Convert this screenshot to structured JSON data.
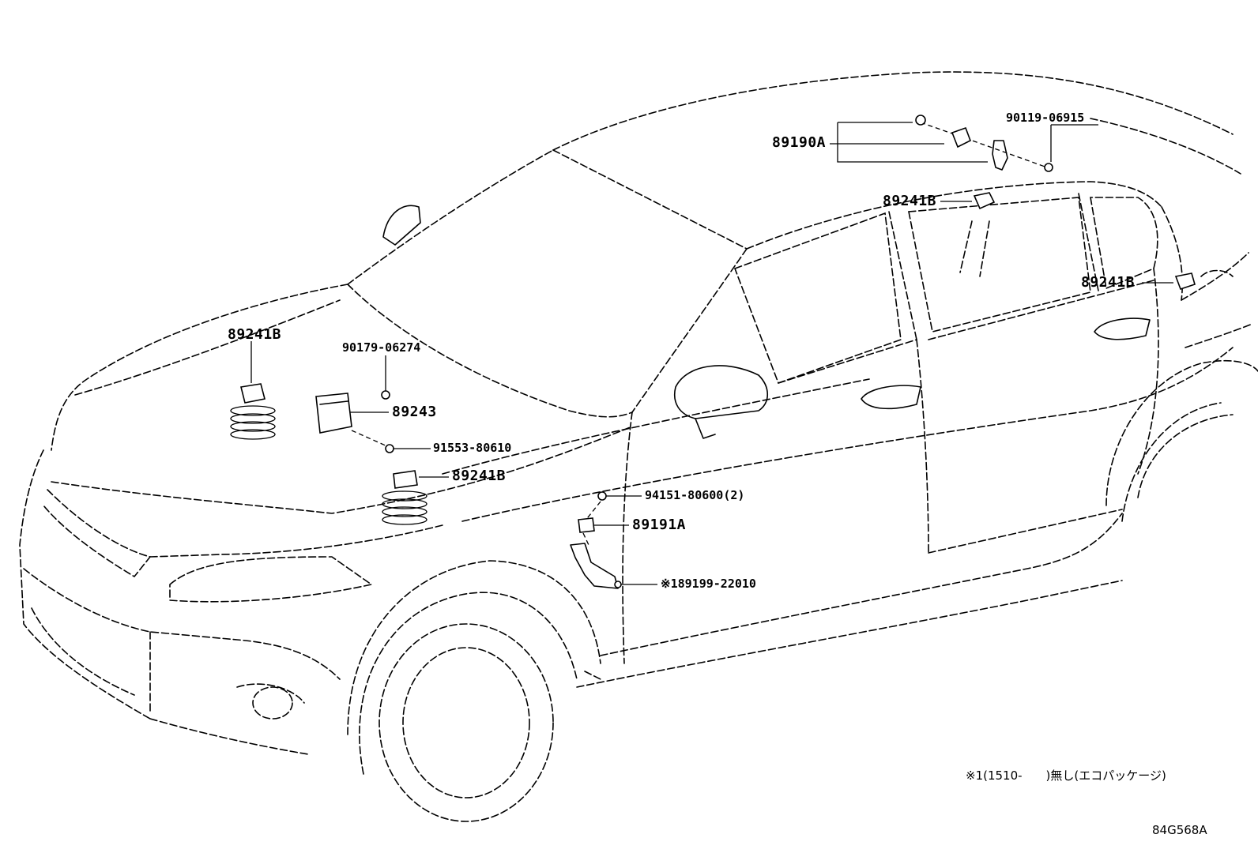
{
  "callouts": {
    "p89190a": "89190A",
    "p90119": "90119-06915",
    "p89241b_roof": "89241B",
    "p89241b_rear": "89241B",
    "p89241b_hood": "89241B",
    "p90179": "90179-06274",
    "p89243": "89243",
    "p91553": "91553-80610",
    "p89241b_front": "89241B",
    "p94151": "94151-80600(2)",
    "p89191a": "89191A",
    "p189199": "※189199-22010"
  },
  "footnote": "※1(1510-　　)無し(エコパッケージ)",
  "diagram_code": "84G568A"
}
